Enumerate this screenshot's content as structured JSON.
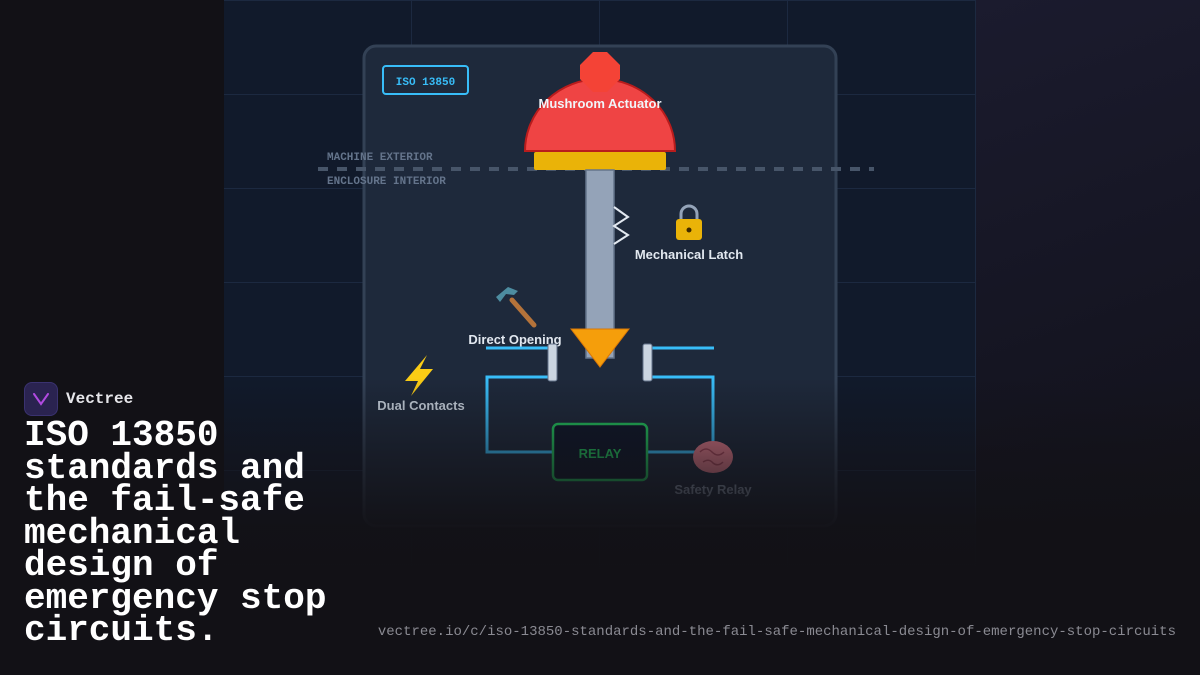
{
  "brand": {
    "name": "Vectree"
  },
  "title": "ISO 13850 standards and the fail-safe mechanical design of emergency stop circuits.",
  "url": "vectree.io/c/iso-13850-standards-and-the-fail-safe-mechanical-design-of-emergency-stop-circuits",
  "diagram": {
    "badge": "ISO 13850",
    "zones": {
      "exterior": "MACHINE EXTERIOR",
      "interior": "ENCLOSURE INTERIOR"
    },
    "labels": {
      "actuator": "Mushroom Actuator",
      "latch": "Mechanical Latch",
      "direct_opening": "Direct Opening",
      "dual_contacts": "Dual Contacts",
      "relay_box": "RELAY",
      "safety_relay": "Safety Relay"
    },
    "icons": {
      "latch": "lock-icon",
      "direct_opening": "hammer-icon",
      "dual_contacts": "lightning-icon",
      "safety_relay": "brain-icon"
    },
    "colors": {
      "actuator": "#ef4444",
      "collar": "#eab308",
      "plunger": "#94a3b8",
      "cam": "#f59e0b",
      "wire": "#38bdf8",
      "relay": "#22c55e",
      "badge": "#38bdf8"
    }
  }
}
